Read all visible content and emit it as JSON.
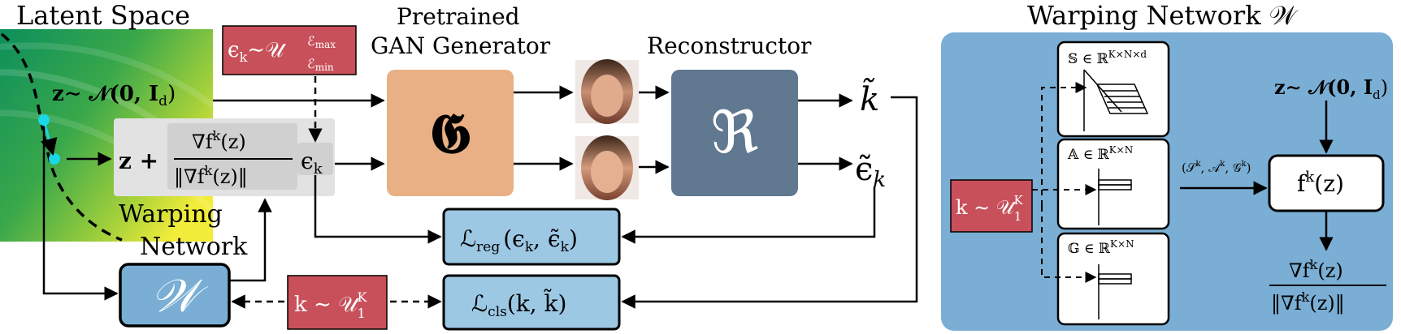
{
  "left": {
    "latent_space_title": "Latent Space",
    "warping_network_label_line1": "Warping",
    "warping_network_label_line2": "Network",
    "z_sample": "z∼ 𝒩(0, I",
    "z_sample_sub": "d",
    "z_sample_close": ")",
    "shift_plus": "z +",
    "grad_num": "∇f",
    "grad_num_sup": "k",
    "grad_num_arg": "(z)",
    "grad_den": "‖∇f",
    "grad_den_sup": "k",
    "grad_den_arg": "(z)‖",
    "epsilon_k": "ϵ",
    "epsilon_k_sub": "k",
    "epsilon_sample": "ϵ",
    "epsilon_sample_sub": "k",
    "epsilon_sample_rest": "∼𝒰",
    "epsilon_sample_sup": "ℰ",
    "epsilon_sample_sup_sub": "max",
    "epsilon_sample_low": "ℰ",
    "epsilon_sample_low_sub": "min",
    "generator_title_line1": "Pretrained",
    "generator_title_line2": "GAN Generator",
    "generator_symbol": "𝕲",
    "reconstructor_title": "Reconstructor",
    "reconstructor_symbol": "ℜ",
    "k_tilde": "k̃",
    "eps_tilde": "ϵ̃",
    "eps_tilde_sub": "k",
    "loss_reg": "ℒ",
    "loss_reg_sub": "reg",
    "loss_reg_args": "(ϵ",
    "loss_reg_args_sub": "k",
    "loss_reg_args2": ", ϵ̃",
    "loss_reg_args2_sub": "k",
    "loss_reg_close": ")",
    "loss_cls": "ℒ",
    "loss_cls_sub": "cls",
    "loss_cls_args": "(k, k̃)",
    "warp_symbol": "𝒲",
    "k_sample": "k ∼ 𝒰",
    "k_sample_sup": "K",
    "k_sample_sub": "1"
  },
  "right": {
    "title": "Warping Network 𝒲",
    "k_sample": "k ∼ 𝒰",
    "k_sample_sup": "K",
    "k_sample_sub": "1",
    "S_label": "𝕊 ∈ ℝ",
    "S_sup": "K×N×d",
    "A_label": "𝔸 ∈ ℝ",
    "A_sup": "K×N",
    "G_label": "𝔾 ∈ ℝ",
    "G_sup": "K×N",
    "tuple_label": "(𝒮",
    "tuple_sup1": "k",
    "tuple_mid1": ", 𝒜",
    "tuple_sup2": "k",
    "tuple_mid2": ", 𝒢",
    "tuple_sup3": "k",
    "tuple_close": ")",
    "z_sample": "z∼ 𝒩(0, I",
    "z_sample_sub": "d",
    "z_sample_close": ")",
    "f_box": "f",
    "f_box_sup": "k",
    "f_box_arg": "(z)",
    "grad_num": "∇f",
    "grad_num_sup": "k",
    "grad_num_arg": "(z)",
    "grad_den": "‖∇f",
    "grad_den_sup": "k",
    "grad_den_arg": "(z)‖"
  },
  "colors": {
    "red": "#c8505a",
    "orange": "#e8b084",
    "slate": "#607890",
    "blue": "#7aaed4",
    "light_blue": "#9cc8e4",
    "gray_panel": "#e2e2e2"
  }
}
